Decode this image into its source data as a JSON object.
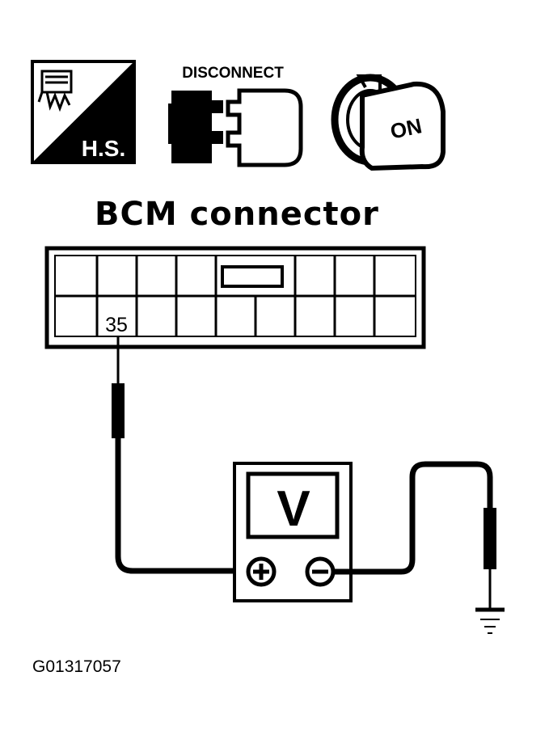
{
  "icons": {
    "harness_label": "H.S.",
    "disconnect_label": "DISCONNECT",
    "ignition_label": "ON"
  },
  "connector": {
    "title": "BCM connector",
    "pin_label": "35"
  },
  "meter": {
    "unit_label": "V",
    "positive_symbol": "+",
    "negative_symbol": "−"
  },
  "ground": {
    "note": "ground-symbol"
  },
  "figure_code": "G01317057"
}
